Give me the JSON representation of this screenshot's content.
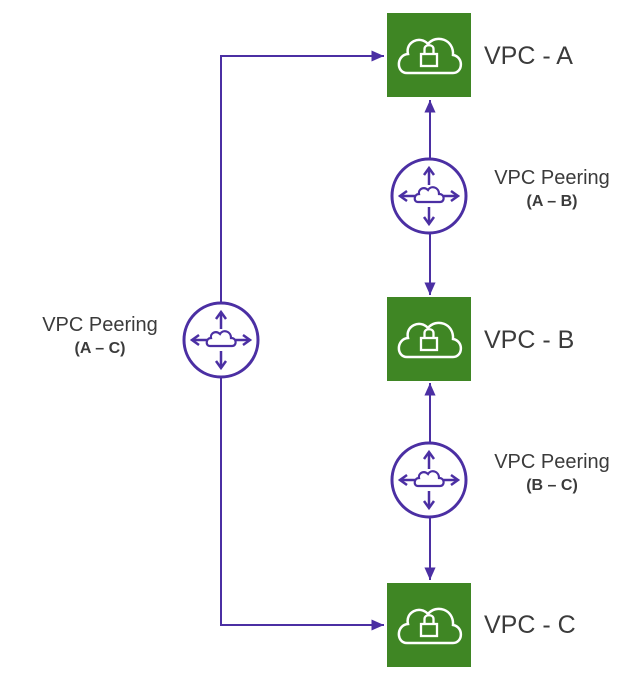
{
  "colors": {
    "vpc_fill": "#3f8624",
    "line": "#4b2fa3",
    "text": "#3b3b3b"
  },
  "vpcs": [
    {
      "label": "VPC - A",
      "icon": "vpc-lock-cloud-icon"
    },
    {
      "label": "VPC - B",
      "icon": "vpc-lock-cloud-icon"
    },
    {
      "label": "VPC - C",
      "icon": "vpc-lock-cloud-icon"
    }
  ],
  "peerings": [
    {
      "title": "VPC Peering",
      "pair": "(A – B)",
      "icon": "peering-router-icon"
    },
    {
      "title": "VPC Peering",
      "pair": "(B – C)",
      "icon": "peering-router-icon"
    },
    {
      "title": "VPC Peering",
      "pair": "(A – C)",
      "icon": "peering-router-icon"
    }
  ]
}
